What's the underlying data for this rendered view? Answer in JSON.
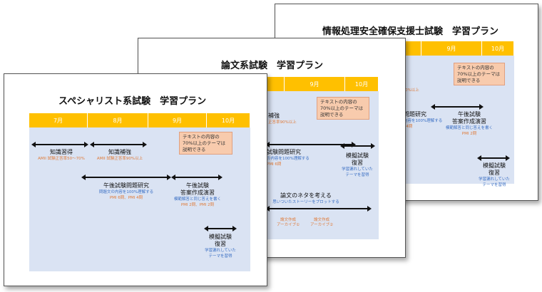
{
  "slide3": {
    "title": "情報処理安全確保支援士試験　学習プラン",
    "months": [
      "",
      "9月",
      "10月"
    ],
    "note": "テキストの内容の\n70%以上のテーマは\n説明できる",
    "frag1": "0%以上",
    "frag2": "問題研究",
    "frag3": "内容を100%理解する",
    "frag4": "I 4問",
    "t_gogo": "午後試験",
    "t_gogo2": "答案作成演習",
    "n_gogo1": "模範解答と同じ答えを書く",
    "n_gogo2": "PMI 2問",
    "t_mogi": "模擬試験",
    "t_mogi2": "復習",
    "n_mogi1": "学習漏れしていた",
    "n_mogi2": "テーマを習得"
  },
  "slide2": {
    "title": "論文系試験　学習プラン",
    "months": [
      "",
      "9月",
      "10月"
    ],
    "note": "テキストの内容の\n70%以上のテーマは\n説明できる",
    "frag1": "補強",
    "frag2": "正答率90%以上",
    "frag3": "試験問題研究",
    "frag4": "の内容を100%理解する",
    "frag5": "PMI 6問",
    "t_mogi": "模擬試験",
    "t_mogi2": "復習",
    "n_mogi1": "学習漏れしていた",
    "n_mogi2": "テーマを習得",
    "t_ronbun": "論文のネタを考える",
    "n_ronbun": "思いついたストーリーをプロットする",
    "s1": "論文作成\nアーカイブ①",
    "s2": "論文作成\nアーカイブ②"
  },
  "slide1": {
    "title": "スペシャリスト系試験　学習プラン",
    "months": [
      "7月",
      "8月",
      "9月",
      "10月"
    ],
    "note": "テキストの内容の\n70%以上のテーマは\n説明できる",
    "t1": "知識習得",
    "n1": "AMII 試験正答率50～70%",
    "t2": "知識補強",
    "n2": "AMII 試験正答率90%以上",
    "t3": "午後試験問題研究",
    "n3a": "問題文の内容を100%理解する",
    "n3b": "PMI 6問、PMI 4問",
    "t4a": "午後試験",
    "t4b": "答案作成演習",
    "n4a": "模範解答と同じ答えを書く",
    "n4b": "PMI 2問、PMI 2問",
    "t5a": "模擬試験",
    "t5b": "復習",
    "n5a": "学習漏れしていた",
    "n5b": "テーマを習得"
  },
  "colors": {
    "month_bar": "#ffc000",
    "content_bg": "#dae3f3",
    "note_box": "#f8cbad",
    "note_text_blue": "#3a6fc4",
    "note_text_orange": "#e07b39"
  }
}
